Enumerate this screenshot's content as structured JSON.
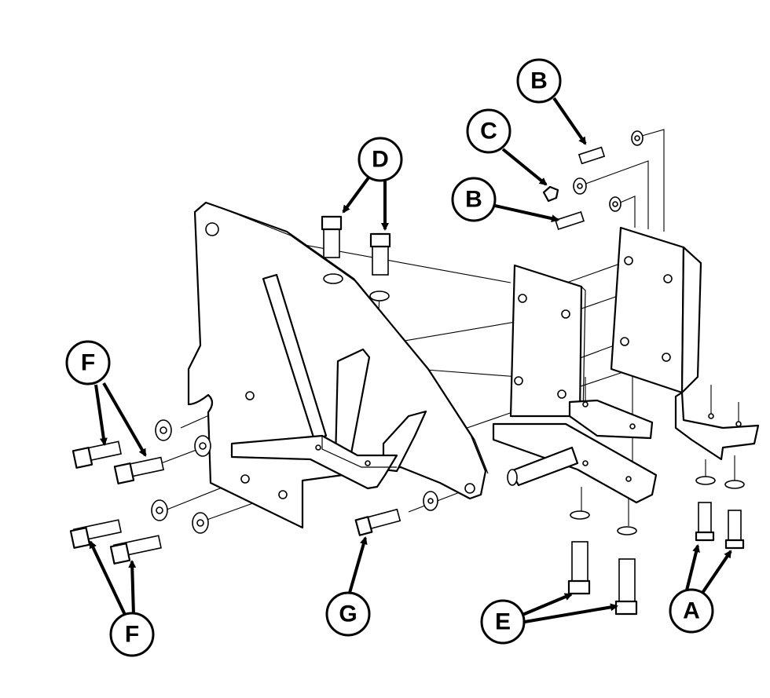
{
  "callouts": {
    "A": "A",
    "B_upper": "B",
    "B_lower": "B",
    "C": "C",
    "D": "D",
    "E": "E",
    "F_upper": "F",
    "F_lower": "F",
    "G": "G"
  }
}
